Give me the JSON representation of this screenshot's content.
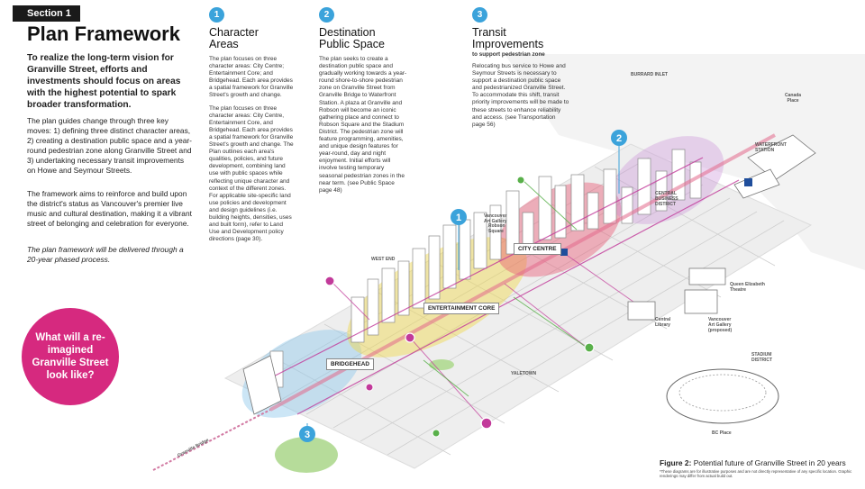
{
  "section_tag": "Section 1",
  "title": "Plan Framework",
  "intro": "To realize the long-term vision for Granville Street, efforts and investments should focus on areas with the highest potential to spark broader transformation.",
  "paragraphs": [
    "The plan guides change through three key moves: 1) defining three distinct character areas, 2) creating a destination public space and a year-round pedestrian zone along Granville Street and 3) undertaking necessary transit improvements on Howe and Seymour Streets.",
    "The framework aims to reinforce and build upon the district's status as Vancouver's premier live music and cultural destination, making it a vibrant street of belonging and celebration for everyone.",
    "The plan framework will be delivered through a 20-year phased process."
  ],
  "callout": "What will a re-imagined Granville Street look like?",
  "columns": [
    {
      "number": "1",
      "title_line1": "Character",
      "title_line2": "Areas",
      "subtitle": "",
      "paragraphs": [
        "The plan focuses on three character areas: City Centre; Entertainment Core; and Bridgehead. Each area provides a spatial framework for Granville Street's growth and change.",
        "The plan focuses on three character areas: City Centre, Entertainment Core, and Bridgehead. Each area provides a spatial framework for Granville Street's growth and change. The Plan outlines each area's qualities, policies, and future development, combining land use with public spaces while reflecting unique character and context of the different zones. For applicable site-specific land use policies and development and design guidelines (i.e. building heights, densities, uses and built form), refer to Land Use and Development policy directions (page 30)."
      ]
    },
    {
      "number": "2",
      "title_line1": "Destination",
      "title_line2": "Public Space",
      "subtitle": "",
      "paragraphs": [
        "The plan seeks to create a destination public space and gradually working towards a year-round shore-to-shore pedestrian zone on Granville Street from Granville Bridge to Waterfront Station. A plaza at Granville and Robson will become an iconic gathering place and connect to Robson Square and the Stadium District. The pedestrian zone will feature programming, amenities, and unique design features for year-round, day and night enjoyment. Initial efforts will involve testing temporary seasonal pedestrian zones in the near term. (see Public Space page 48)"
      ]
    },
    {
      "number": "3",
      "title_line1": "Transit",
      "title_line2": "Improvements",
      "subtitle": "to support pedestrian zone",
      "paragraphs": [
        "Relocating bus service to Howe and Seymour Streets is necessary to support a destination public space and pedestrianized Granville Street. To accommodate this shift, transit priority improvements will be made to these streets to enhance reliability and access. (see Transportation page 56)"
      ]
    }
  ],
  "map": {
    "zones": {
      "city_centre": "CITY CENTRE",
      "entertainment_core": "ENTERTAINMENT CORE",
      "bridgehead": "BRIDGEHEAD"
    },
    "labels": {
      "burrard_inlet": "BURRARD INLET",
      "canada_place_1": "Canada",
      "canada_place_2": "Place",
      "waterfront_1": "WATERFRONT",
      "waterfront_2": "STATION",
      "cbd_1": "CENTRAL",
      "cbd_2": "BUSINESS",
      "cbd_3": "DISTRICT",
      "west_end": "WEST END",
      "yaletown": "YALETOWN",
      "robson_1": "Robson",
      "robson_2": "Square",
      "vag_old_1": "Vancouver",
      "vag_old_2": "Art Gallery",
      "queen_e_1": "Queen Elizabeth",
      "queen_e_2": "Theatre",
      "library_1": "Central",
      "library_2": "Library",
      "vag_new_1": "Vancouver",
      "vag_new_2": "Art Gallery",
      "vag_new_3": "(proposed)",
      "stadium_1": "STADIUM",
      "stadium_2": "DISTRICT",
      "bc_place": "BC Place",
      "bridge": "Granville Bridge"
    },
    "markers": [
      "1",
      "2",
      "3"
    ],
    "colors": {
      "city_centre": "#e84a6a",
      "entertainment_core": "#f0d84a",
      "bridgehead": "#8fc7ea",
      "transit_route": "#c23a9a",
      "marker": "#3ba3db",
      "water": "#f4f4f4"
    }
  },
  "figure": {
    "label": "Figure 2:",
    "caption": "Potential future of Granville Street in 20 years",
    "note": "*These diagrams are for illustrative purposes and are not directly representative of any specific location. Graphic renderings may differ from actual build out."
  }
}
